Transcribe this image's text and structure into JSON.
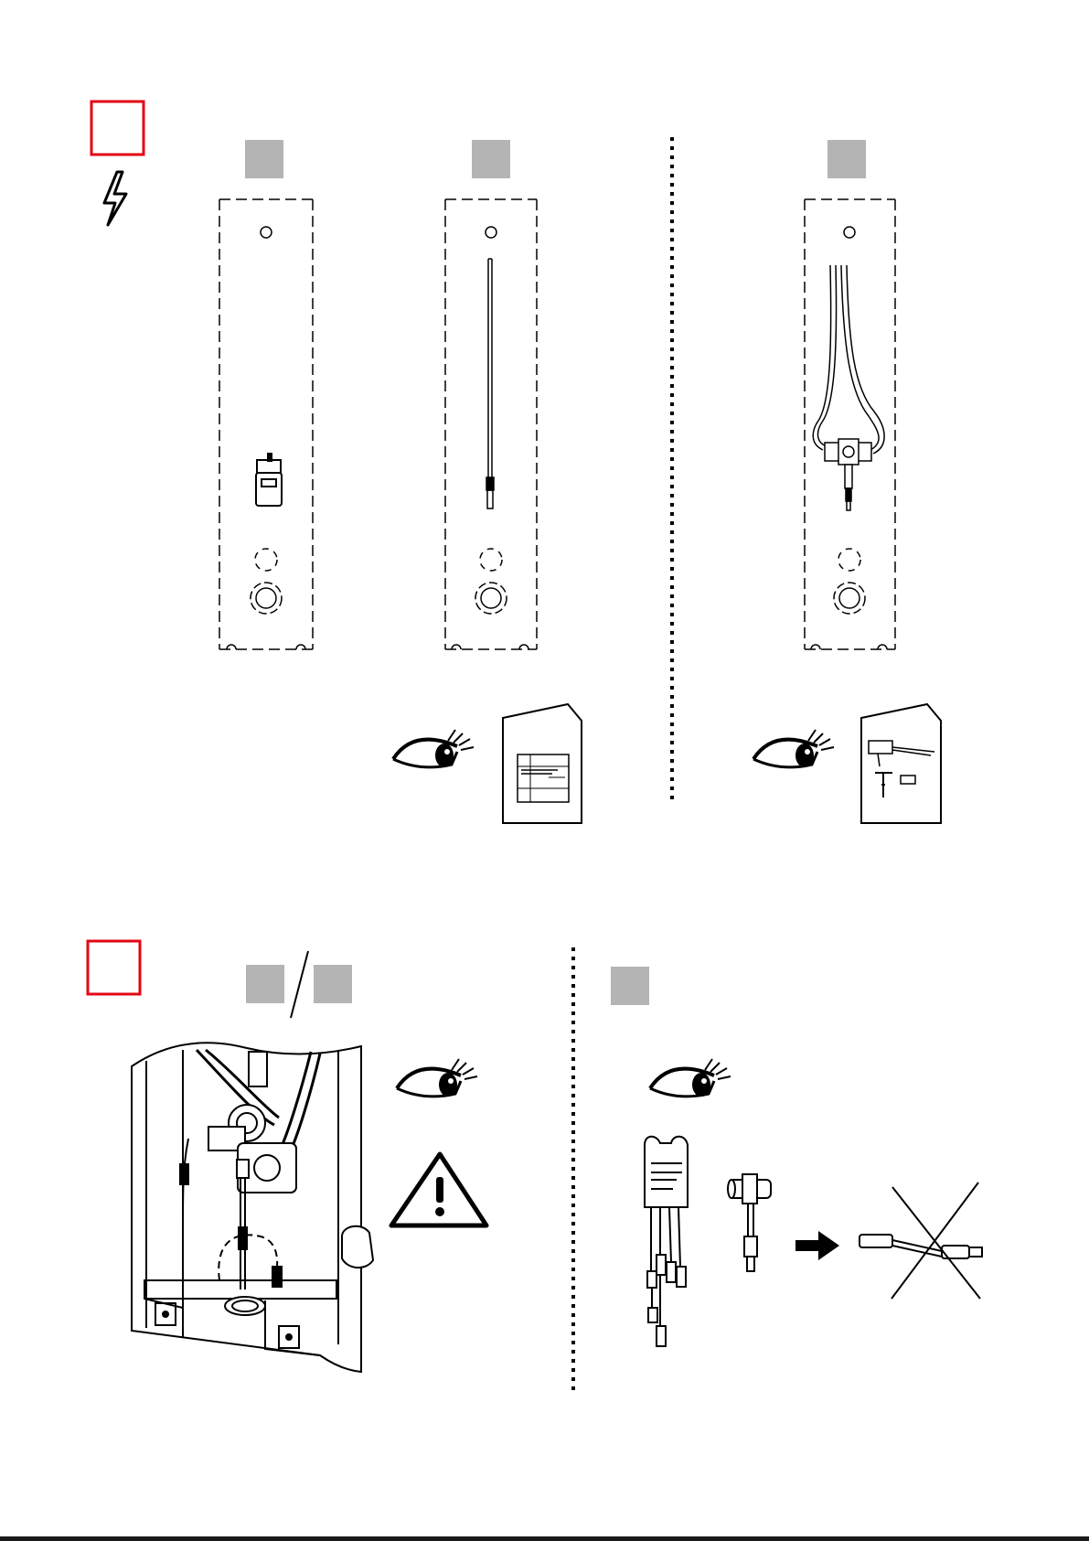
{
  "document": {
    "type": "installation-instructions-page",
    "text": []
  },
  "colors": {
    "step_box_border": "#e30613",
    "variant_badge": "#b4b4b4",
    "line": "#000000",
    "page_background": "#ffffff"
  },
  "step_1": {
    "step_number": "",
    "icons": [
      "lightning-icon"
    ],
    "variants": [
      {
        "badge": "",
        "contents": [
          "mounting-plate",
          "power-supply-module",
          "control-buttons"
        ]
      },
      {
        "badge": "",
        "contents": [
          "mounting-plate",
          "connection-cable",
          "control-buttons"
        ],
        "see_manual": "din-rail-power-supply-manual"
      },
      {
        "badge": "",
        "contents": [
          "mounting-plate",
          "y-splitter-cable",
          "control-buttons"
        ],
        "see_manual": "cable-set-manual"
      }
    ]
  },
  "step_2": {
    "step_number": "",
    "left": {
      "badges": [
        "",
        ""
      ],
      "icons": [
        "eye-icon",
        "warning-icon"
      ],
      "illustration": "open-housing-with-valve-and-cables"
    },
    "right": {
      "badge": "",
      "icons": [
        "eye-icon",
        "arrow-right-icon",
        "cross-out-icon"
      ],
      "illustration": "control-unit-t-connector-replaces-straight-cable"
    }
  }
}
